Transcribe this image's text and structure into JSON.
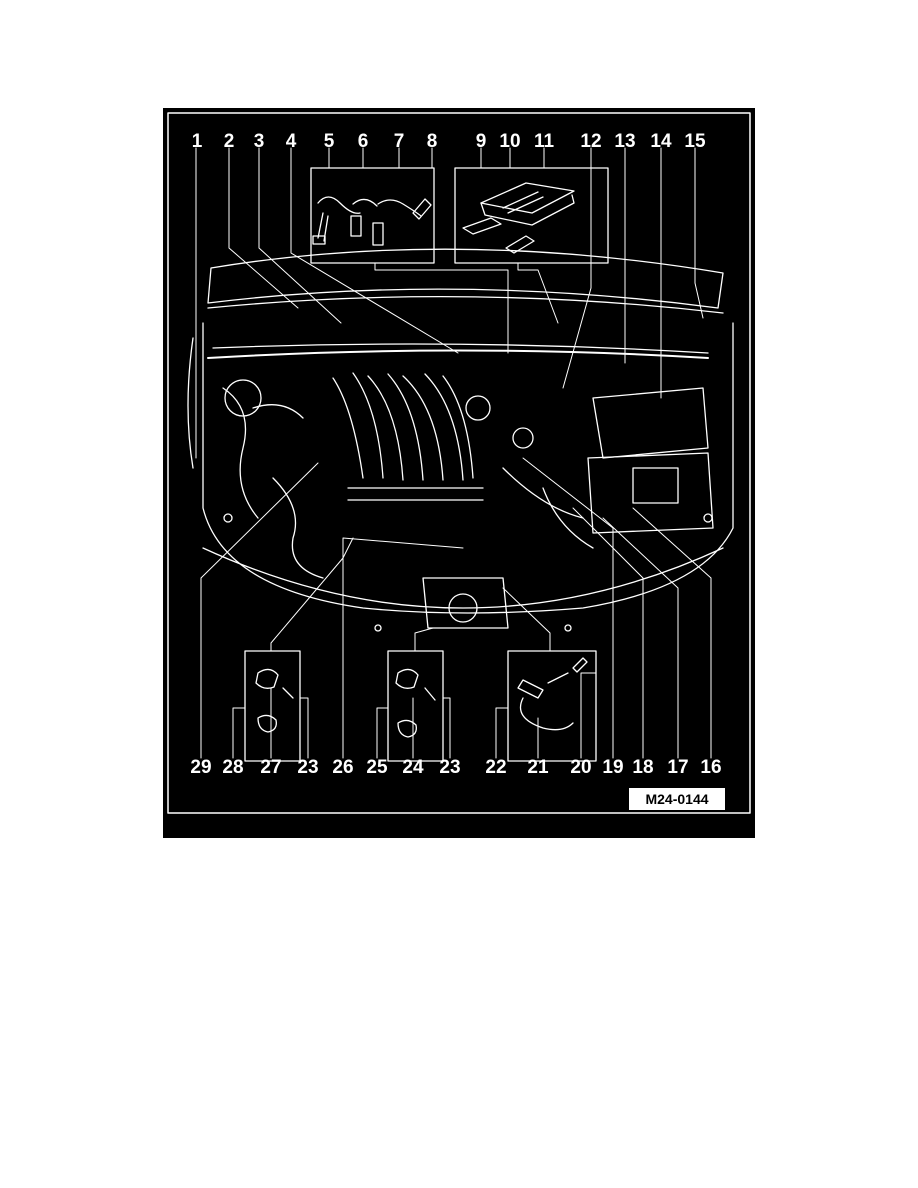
{
  "figure": {
    "code": "M24-0144",
    "top_labels": [
      "1",
      "2",
      "3",
      "4",
      "5",
      "6",
      "7",
      "8",
      "9",
      "10",
      "11",
      "12",
      "13",
      "14",
      "15"
    ],
    "bottom_labels": [
      "29",
      "28",
      "27",
      "23",
      "26",
      "25",
      "24",
      "23",
      "22",
      "21",
      "20",
      "19",
      "18",
      "17",
      "16"
    ]
  },
  "colors": {
    "background": "#000000",
    "line": "#ffffff",
    "page": "#ffffff"
  }
}
